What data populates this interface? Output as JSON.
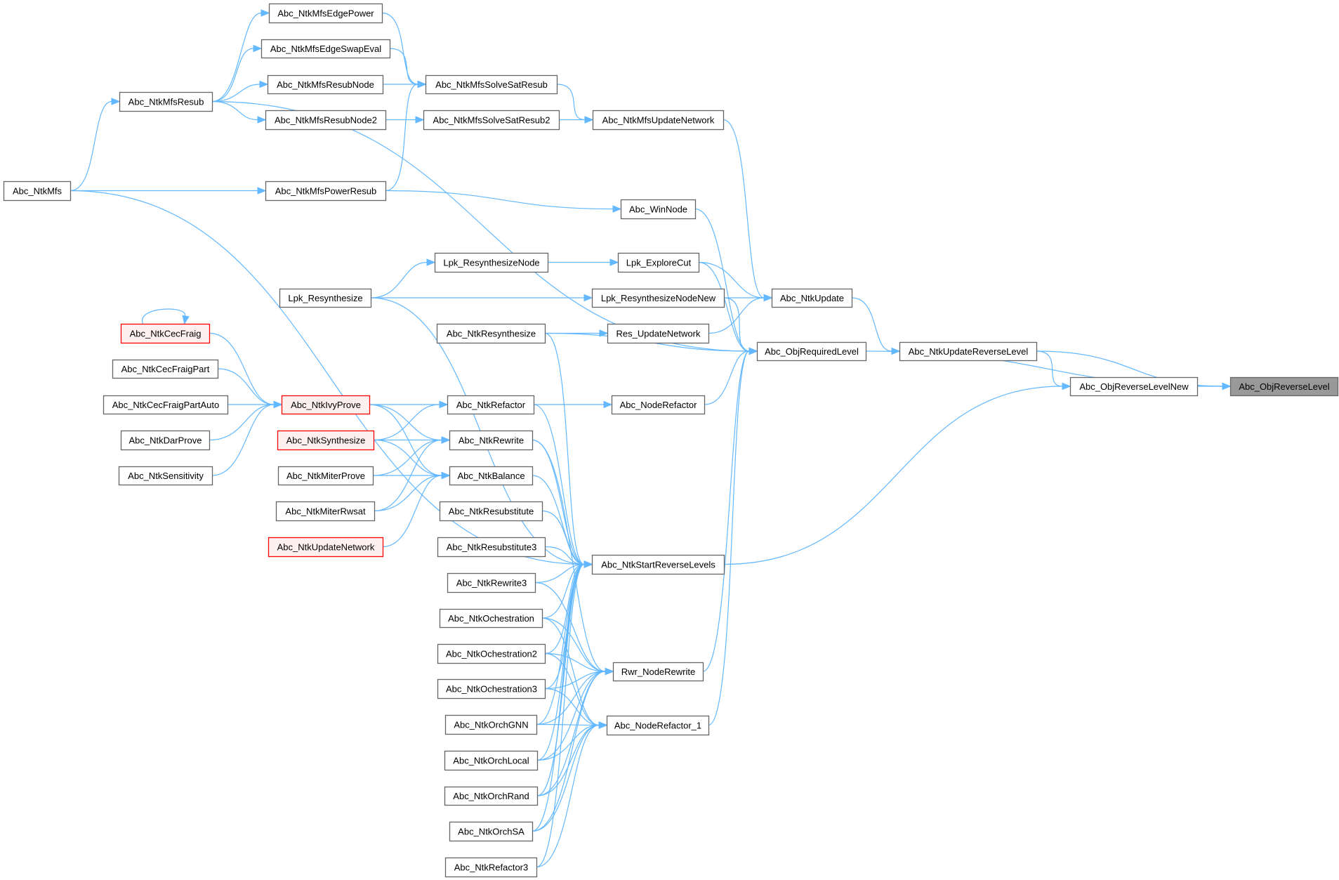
{
  "graph": {
    "type": "caller-graph",
    "root": "Abc_ObjReverseLevel",
    "colors": {
      "edge": "#63b8ff",
      "node_border": "#666666",
      "highlight_border": "#ff0000",
      "highlight_fill": "#fff0f0",
      "root_fill": "#999999"
    },
    "nodes": [
      {
        "id": "Abc_NtkMfsEdgePower",
        "label": "Abc_NtkMfsEdgePower",
        "style": "normal"
      },
      {
        "id": "Abc_NtkMfsEdgeSwapEval",
        "label": "Abc_NtkMfsEdgeSwapEval",
        "style": "normal"
      },
      {
        "id": "Abc_NtkMfsResubNode",
        "label": "Abc_NtkMfsResubNode",
        "style": "normal"
      },
      {
        "id": "Abc_NtkMfsResub",
        "label": "Abc_NtkMfsResub",
        "style": "normal"
      },
      {
        "id": "Abc_NtkMfsResubNode2",
        "label": "Abc_NtkMfsResubNode2",
        "style": "normal"
      },
      {
        "id": "Abc_NtkMfsSolveSatResub",
        "label": "Abc_NtkMfsSolveSatResub",
        "style": "normal"
      },
      {
        "id": "Abc_NtkMfsSolveSatResub2",
        "label": "Abc_NtkMfsSolveSatResub2",
        "style": "normal"
      },
      {
        "id": "Abc_NtkMfsUpdateNetwork",
        "label": "Abc_NtkMfsUpdateNetwork",
        "style": "normal"
      },
      {
        "id": "Abc_NtkMfs",
        "label": "Abc_NtkMfs",
        "style": "normal"
      },
      {
        "id": "Abc_NtkMfsPowerResub",
        "label": "Abc_NtkMfsPowerResub",
        "style": "normal"
      },
      {
        "id": "Abc_WinNode",
        "label": "Abc_WinNode",
        "style": "normal"
      },
      {
        "id": "Lpk_ResynthesizeNode",
        "label": "Lpk_ResynthesizeNode",
        "style": "normal"
      },
      {
        "id": "Lpk_ExploreCut",
        "label": "Lpk_ExploreCut",
        "style": "normal"
      },
      {
        "id": "Lpk_Resynthesize",
        "label": "Lpk_Resynthesize",
        "style": "normal"
      },
      {
        "id": "Lpk_ResynthesizeNodeNew",
        "label": "Lpk_ResynthesizeNodeNew",
        "style": "normal"
      },
      {
        "id": "Abc_NtkUpdate",
        "label": "Abc_NtkUpdate",
        "style": "normal"
      },
      {
        "id": "Abc_NtkCecFraig",
        "label": "Abc_NtkCecFraig",
        "style": "red"
      },
      {
        "id": "Abc_NtkResynthesize",
        "label": "Abc_NtkResynthesize",
        "style": "normal"
      },
      {
        "id": "Res_UpdateNetwork",
        "label": "Res_UpdateNetwork",
        "style": "normal"
      },
      {
        "id": "Abc_ObjRequiredLevel",
        "label": "Abc_ObjRequiredLevel",
        "style": "normal"
      },
      {
        "id": "Abc_NtkUpdateReverseLevel",
        "label": "Abc_NtkUpdateReverseLevel",
        "style": "normal"
      },
      {
        "id": "Abc_NtkCecFraigPart",
        "label": "Abc_NtkCecFraigPart",
        "style": "normal"
      },
      {
        "id": "Abc_ObjReverseLevelNew",
        "label": "Abc_ObjReverseLevelNew",
        "style": "normal"
      },
      {
        "id": "Abc_ObjReverseLevel",
        "label": "Abc_ObjReverseLevel",
        "style": "root"
      },
      {
        "id": "Abc_NtkCecFraigPartAuto",
        "label": "Abc_NtkCecFraigPartAuto",
        "style": "normal"
      },
      {
        "id": "Abc_NtkIvyProve",
        "label": "Abc_NtkIvyProve",
        "style": "red"
      },
      {
        "id": "Abc_NtkRefactor",
        "label": "Abc_NtkRefactor",
        "style": "normal"
      },
      {
        "id": "Abc_NodeRefactor",
        "label": "Abc_NodeRefactor",
        "style": "normal"
      },
      {
        "id": "Abc_NtkDarProve",
        "label": "Abc_NtkDarProve",
        "style": "normal"
      },
      {
        "id": "Abc_NtkSynthesize",
        "label": "Abc_NtkSynthesize",
        "style": "red"
      },
      {
        "id": "Abc_NtkRewrite",
        "label": "Abc_NtkRewrite",
        "style": "normal"
      },
      {
        "id": "Abc_NtkSensitivity",
        "label": "Abc_NtkSensitivity",
        "style": "normal"
      },
      {
        "id": "Abc_NtkMiterProve",
        "label": "Abc_NtkMiterProve",
        "style": "normal"
      },
      {
        "id": "Abc_NtkBalance",
        "label": "Abc_NtkBalance",
        "style": "normal"
      },
      {
        "id": "Abc_NtkMiterRwsat",
        "label": "Abc_NtkMiterRwsat",
        "style": "normal"
      },
      {
        "id": "Abc_NtkResubstitute",
        "label": "Abc_NtkResubstitute",
        "style": "normal"
      },
      {
        "id": "Abc_NtkUpdateNetwork",
        "label": "Abc_NtkUpdateNetwork",
        "style": "red"
      },
      {
        "id": "Abc_NtkResubstitute3",
        "label": "Abc_NtkResubstitute3",
        "style": "normal"
      },
      {
        "id": "Abc_NtkStartReverseLevels",
        "label": "Abc_NtkStartReverseLevels",
        "style": "normal"
      },
      {
        "id": "Abc_NtkRewrite3",
        "label": "Abc_NtkRewrite3",
        "style": "normal"
      },
      {
        "id": "Abc_NtkOchestration",
        "label": "Abc_NtkOchestration",
        "style": "normal"
      },
      {
        "id": "Abc_NtkOchestration2",
        "label": "Abc_NtkOchestration2",
        "style": "normal"
      },
      {
        "id": "Rwr_NodeRewrite",
        "label": "Rwr_NodeRewrite",
        "style": "normal"
      },
      {
        "id": "Abc_NtkOchestration3",
        "label": "Abc_NtkOchestration3",
        "style": "normal"
      },
      {
        "id": "Abc_NtkOrchGNN",
        "label": "Abc_NtkOrchGNN",
        "style": "normal"
      },
      {
        "id": "Abc_NodeRefactor_1",
        "label": "Abc_NodeRefactor_1",
        "style": "normal"
      },
      {
        "id": "Abc_NtkOrchLocal",
        "label": "Abc_NtkOrchLocal",
        "style": "normal"
      },
      {
        "id": "Abc_NtkOrchRand",
        "label": "Abc_NtkOrchRand",
        "style": "normal"
      },
      {
        "id": "Abc_NtkOrchSA",
        "label": "Abc_NtkOrchSA",
        "style": "normal"
      },
      {
        "id": "Abc_NtkRefactor3",
        "label": "Abc_NtkRefactor3",
        "style": "normal"
      }
    ],
    "edges": [
      [
        "Abc_NtkMfs",
        "Abc_NtkMfsResub"
      ],
      [
        "Abc_NtkMfs",
        "Abc_NtkMfsPowerResub"
      ],
      [
        "Abc_NtkMfs",
        "Abc_NtkStartReverseLevels"
      ],
      [
        "Abc_NtkMfsResub",
        "Abc_NtkMfsEdgePower"
      ],
      [
        "Abc_NtkMfsResub",
        "Abc_NtkMfsEdgeSwapEval"
      ],
      [
        "Abc_NtkMfsResub",
        "Abc_NtkMfsResubNode"
      ],
      [
        "Abc_NtkMfsResub",
        "Abc_NtkMfsResubNode2"
      ],
      [
        "Abc_NtkMfsResub",
        "Abc_ObjRequiredLevel"
      ],
      [
        "Abc_NtkMfsEdgePower",
        "Abc_NtkMfsSolveSatResub"
      ],
      [
        "Abc_NtkMfsEdgeSwapEval",
        "Abc_NtkMfsSolveSatResub"
      ],
      [
        "Abc_NtkMfsResubNode",
        "Abc_NtkMfsSolveSatResub"
      ],
      [
        "Abc_NtkMfsResubNode2",
        "Abc_NtkMfsSolveSatResub2"
      ],
      [
        "Abc_NtkMfsPowerResub",
        "Abc_NtkMfsSolveSatResub"
      ],
      [
        "Abc_NtkMfsPowerResub",
        "Abc_WinNode"
      ],
      [
        "Abc_NtkMfsSolveSatResub",
        "Abc_NtkMfsUpdateNetwork"
      ],
      [
        "Abc_NtkMfsSolveSatResub2",
        "Abc_NtkMfsUpdateNetwork"
      ],
      [
        "Abc_NtkMfsUpdateNetwork",
        "Abc_NtkUpdate"
      ],
      [
        "Abc_WinNode",
        "Abc_ObjRequiredLevel"
      ],
      [
        "Lpk_Resynthesize",
        "Lpk_ResynthesizeNode"
      ],
      [
        "Lpk_Resynthesize",
        "Lpk_ResynthesizeNodeNew"
      ],
      [
        "Lpk_Resynthesize",
        "Abc_NtkStartReverseLevels"
      ],
      [
        "Lpk_ResynthesizeNode",
        "Lpk_ExploreCut"
      ],
      [
        "Lpk_ExploreCut",
        "Abc_NtkUpdate"
      ],
      [
        "Lpk_ExploreCut",
        "Abc_ObjRequiredLevel"
      ],
      [
        "Lpk_ResynthesizeNodeNew",
        "Abc_NtkUpdate"
      ],
      [
        "Lpk_ResynthesizeNodeNew",
        "Abc_ObjRequiredLevel"
      ],
      [
        "Abc_NtkResynthesize",
        "Res_UpdateNetwork"
      ],
      [
        "Abc_NtkResynthesize",
        "Abc_ObjRequiredLevel"
      ],
      [
        "Abc_NtkResynthesize",
        "Abc_NtkStartReverseLevels"
      ],
      [
        "Res_UpdateNetwork",
        "Abc_NtkUpdate"
      ],
      [
        "Abc_NodeRefactor",
        "Abc_ObjRequiredLevel"
      ],
      [
        "Abc_NtkUpdate",
        "Abc_NtkUpdateReverseLevel"
      ],
      [
        "Abc_NtkUpdateReverseLevel",
        "Abc_ObjReverseLevel"
      ],
      [
        "Abc_NtkUpdateReverseLevel",
        "Abc_ObjReverseLevelNew"
      ],
      [
        "Abc_ObjRequiredLevel",
        "Abc_ObjReverseLevel"
      ],
      [
        "Abc_ObjReverseLevelNew",
        "Abc_ObjReverseLevel"
      ],
      [
        "Abc_NtkStartReverseLevels",
        "Abc_ObjReverseLevelNew"
      ],
      [
        "Rwr_NodeRewrite",
        "Abc_ObjRequiredLevel"
      ],
      [
        "Abc_NodeRefactor_1",
        "Abc_ObjRequiredLevel"
      ],
      [
        "Abc_NtkCecFraig",
        "Abc_NtkCecFraig"
      ],
      [
        "Abc_NtkCecFraig",
        "Abc_NtkIvyProve"
      ],
      [
        "Abc_NtkCecFraigPart",
        "Abc_NtkIvyProve"
      ],
      [
        "Abc_NtkCecFraigPartAuto",
        "Abc_NtkIvyProve"
      ],
      [
        "Abc_NtkDarProve",
        "Abc_NtkIvyProve"
      ],
      [
        "Abc_NtkSensitivity",
        "Abc_NtkIvyProve"
      ],
      [
        "Abc_NtkIvyProve",
        "Abc_NtkRefactor"
      ],
      [
        "Abc_NtkIvyProve",
        "Abc_NtkRewrite"
      ],
      [
        "Abc_NtkIvyProve",
        "Abc_NtkBalance"
      ],
      [
        "Abc_NtkSynthesize",
        "Abc_NtkRefactor"
      ],
      [
        "Abc_NtkSynthesize",
        "Abc_NtkRewrite"
      ],
      [
        "Abc_NtkSynthesize",
        "Abc_NtkBalance"
      ],
      [
        "Abc_NtkMiterProve",
        "Abc_NtkRewrite"
      ],
      [
        "Abc_NtkMiterProve",
        "Abc_NtkBalance"
      ],
      [
        "Abc_NtkMiterRwsat",
        "Abc_NtkRewrite"
      ],
      [
        "Abc_NtkMiterRwsat",
        "Abc_NtkBalance"
      ],
      [
        "Abc_NtkUpdateNetwork",
        "Abc_NtkBalance"
      ],
      [
        "Abc_NtkRefactor",
        "Abc_NodeRefactor"
      ],
      [
        "Abc_NtkRefactor",
        "Abc_NtkStartReverseLevels"
      ],
      [
        "Abc_NtkRewrite",
        "Abc_NtkStartReverseLevels"
      ],
      [
        "Abc_NtkRewrite",
        "Rwr_NodeRewrite"
      ],
      [
        "Abc_NtkBalance",
        "Abc_NtkStartReverseLevels"
      ],
      [
        "Abc_NtkResubstitute",
        "Abc_NtkStartReverseLevels"
      ],
      [
        "Abc_NtkResubstitute3",
        "Abc_NtkStartReverseLevels"
      ],
      [
        "Abc_NtkRewrite3",
        "Abc_NtkStartReverseLevels"
      ],
      [
        "Abc_NtkRewrite3",
        "Rwr_NodeRewrite"
      ],
      [
        "Abc_NtkOchestration",
        "Abc_NtkStartReverseLevels"
      ],
      [
        "Abc_NtkOchestration",
        "Rwr_NodeRewrite"
      ],
      [
        "Abc_NtkOchestration",
        "Abc_NodeRefactor_1"
      ],
      [
        "Abc_NtkOchestration2",
        "Abc_NtkStartReverseLevels"
      ],
      [
        "Abc_NtkOchestration2",
        "Rwr_NodeRewrite"
      ],
      [
        "Abc_NtkOchestration2",
        "Abc_NodeRefactor_1"
      ],
      [
        "Abc_NtkOchestration3",
        "Abc_NtkStartReverseLevels"
      ],
      [
        "Abc_NtkOchestration3",
        "Rwr_NodeRewrite"
      ],
      [
        "Abc_NtkOchestration3",
        "Abc_NodeRefactor_1"
      ],
      [
        "Abc_NtkOrchGNN",
        "Abc_NtkStartReverseLevels"
      ],
      [
        "Abc_NtkOrchGNN",
        "Rwr_NodeRewrite"
      ],
      [
        "Abc_NtkOrchGNN",
        "Abc_NodeRefactor_1"
      ],
      [
        "Abc_NtkOrchLocal",
        "Abc_NtkStartReverseLevels"
      ],
      [
        "Abc_NtkOrchLocal",
        "Rwr_NodeRewrite"
      ],
      [
        "Abc_NtkOrchLocal",
        "Abc_NodeRefactor_1"
      ],
      [
        "Abc_NtkOrchRand",
        "Abc_NtkStartReverseLevels"
      ],
      [
        "Abc_NtkOrchRand",
        "Rwr_NodeRewrite"
      ],
      [
        "Abc_NtkOrchRand",
        "Abc_NodeRefactor_1"
      ],
      [
        "Abc_NtkOrchSA",
        "Abc_NtkStartReverseLevels"
      ],
      [
        "Abc_NtkOrchSA",
        "Rwr_NodeRewrite"
      ],
      [
        "Abc_NtkOrchSA",
        "Abc_NodeRefactor_1"
      ],
      [
        "Abc_NtkRefactor3",
        "Abc_NtkStartReverseLevels"
      ],
      [
        "Abc_NtkRefactor3",
        "Abc_NodeRefactor_1"
      ]
    ]
  }
}
